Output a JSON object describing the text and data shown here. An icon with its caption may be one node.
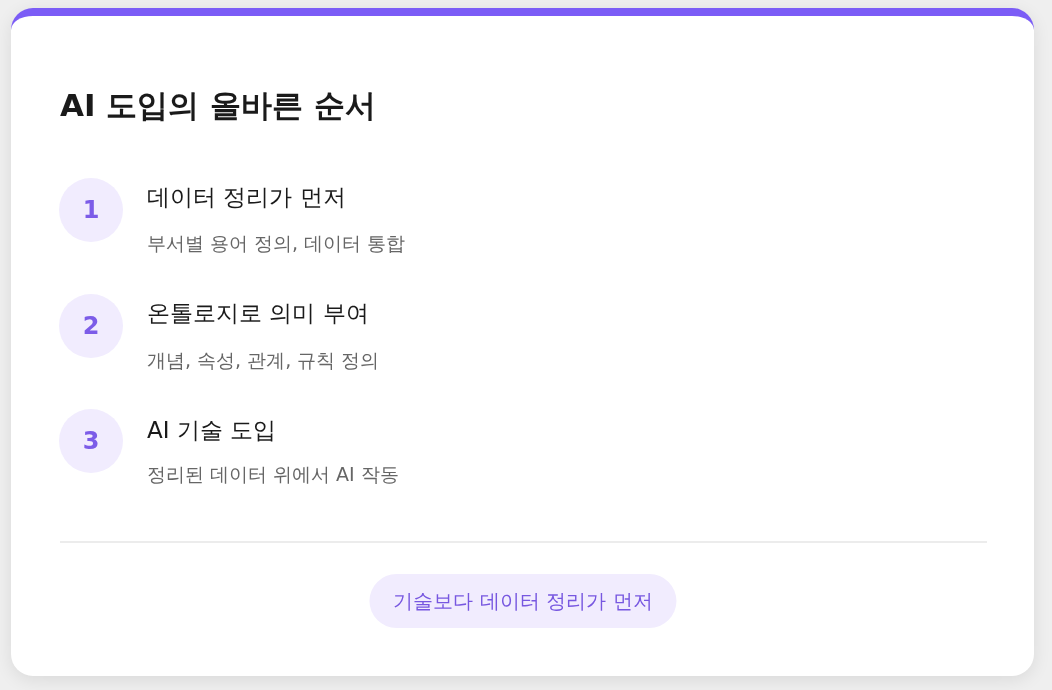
{
  "diagram": {
    "nodes": [
      {
        "text": [
          "AI 도입의 올바른 순서"
        ]
      },
      {
        "text": [
          "1"
        ],
        "in": 0,
        "beside": [
          "데이터 정리가 먼저",
          "부서별 용어 정의, 데이터 통합"
        ]
      },
      {
        "text": [
          "2"
        ],
        "in": 0,
        "beside": [
          "온톨로지로 의미 부여",
          "개념, 속성, 관계, 규칙 정의"
        ]
      },
      {
        "text": [
          "3"
        ],
        "in": 0,
        "beside": [
          "AI 기술 도입",
          "정리된 데이터 위에서 AI 작동"
        ]
      },
      {
        "text": [
          "기술보다 데이터 정리가 먼저"
        ],
        "in": 0
      }
    ]
  }
}
